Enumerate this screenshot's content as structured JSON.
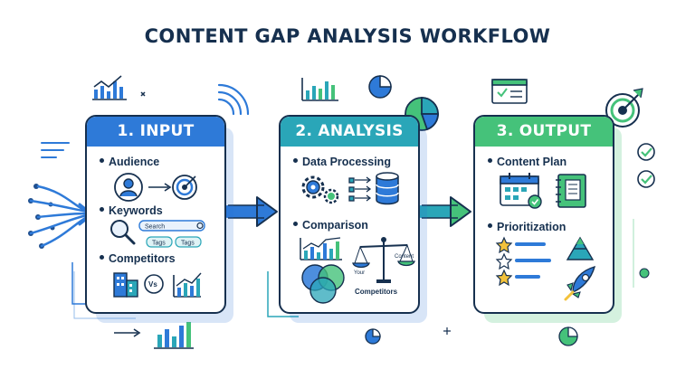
{
  "title": "CONTENT GAP ANALYSIS WORKFLOW",
  "stages": [
    {
      "label": "1. INPUT",
      "items": [
        "Audience",
        "Keywords",
        "Competitors"
      ],
      "search_text": "Search",
      "tag_texts": [
        "Tags",
        "Tags"
      ],
      "vs_text": "Vs"
    },
    {
      "label": "2. ANALYSIS",
      "items": [
        "Data Processing",
        "Comparison"
      ],
      "scale_texts": [
        "Your",
        "Content"
      ],
      "competitors_text": "Competitors"
    },
    {
      "label": "3. OUTPUT",
      "items": [
        "Content Plan",
        "Prioritization"
      ]
    }
  ],
  "colors": {
    "navy": "#16304f",
    "blue": "#2e7ad8",
    "teal": "#2aa6b8",
    "green": "#45c27a"
  }
}
